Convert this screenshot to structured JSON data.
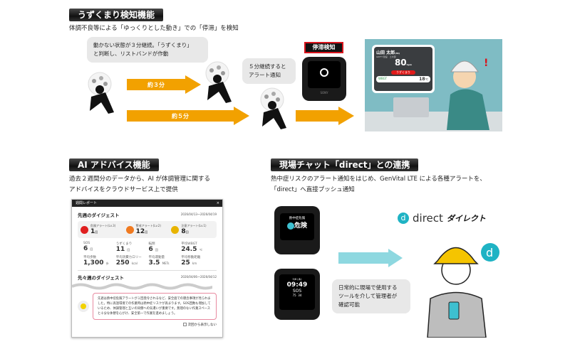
{
  "sec1": {
    "title": "うずくまり検知機能",
    "subtitle": "体調不良等による「ゆっくりとした動き」での「停滞」を検知",
    "bubble1": [
      "動かない状態が３分継続。「うずくまり」",
      "と判断し、リストバンドが作動"
    ],
    "bubble2": [
      "５分継続すると",
      "アラート通知"
    ],
    "arrow1": "約３分",
    "arrow2": "約５分",
    "detect_label": "停滞検知",
    "watch_brand": "SONY",
    "screen": {
      "name": "山田 太郎",
      "name_suffix": "(36)",
      "org": "GRFFY建設　土木部",
      "hr": "80",
      "hr_unit": "bpm",
      "alert": "うずくまり",
      "wbgt_label": "WBGT",
      "wbgt_value": "18",
      "wbgt_unit": "℃"
    }
  },
  "sec2": {
    "title": "AI アドバイス機能",
    "subtitle": [
      "過去２週間分のデータから、AI が体調管理に関する",
      "アドバイスをクラウドサービス上で提供"
    ],
    "report": {
      "window_title": "週間レポート",
      "close": "×",
      "week1_title": "先週のダイジェスト",
      "week1_range": "2026/04/13〜2026/04/19",
      "alerts": [
        {
          "label": "危険アラート(Lv.3)",
          "value": "1",
          "unit": "回",
          "color": "#e02020"
        },
        {
          "label": "警戒アラート(Lv.2)",
          "value": "12",
          "unit": "回",
          "color": "#f07a20"
        },
        {
          "label": "注意アラート(Lv.1)",
          "value": "8",
          "unit": "回",
          "color": "#e8b400"
        }
      ],
      "stats": [
        {
          "label": "SOS",
          "value": "6",
          "unit": "回"
        },
        {
          "label": "うずくまり",
          "value": "11",
          "unit": "回"
        },
        {
          "label": "転倒",
          "value": "6",
          "unit": "回"
        },
        {
          "label": "平均WBGT",
          "value": "24.5",
          "unit": "℃"
        },
        {
          "label": "平均歩数",
          "value": "1,300",
          "unit": "歩"
        },
        {
          "label": "平均消費カロリー",
          "value": "250",
          "unit": "kcal"
        },
        {
          "label": "平均運動量",
          "value": "3.5",
          "unit": "METs"
        },
        {
          "label": "平均移動距離",
          "value": "25",
          "unit": "km"
        }
      ],
      "week2_title": "先々週のダイジェスト",
      "week2_range": "2026/04/06〜2026/04/12",
      "advice": "先週は熱中症危険アラートが１回発令されるなど、安全面での懸念事項が見られました。特に高温環境での作業時は熱中症リスクが高まります。SOS回数も増加しているため、体調管理と互いの同僚への気遣いが重要です。無理のない作業スペースと十分な休憩を心がけ、安全第一で作業を進めましょう。",
      "dont_show": "次回から表示しない"
    }
  },
  "sec3": {
    "title": "現場チャット「direct」との連携",
    "subtitle": [
      "熱中症リスクのアラート通知をはじめ、GenVital LTE による各種アラートを、",
      "「direct」へ直接プッシュ通知"
    ],
    "watch1": {
      "title": "熱中症危険",
      "status": "危険"
    },
    "watch2": {
      "date": "5/8 (木)",
      "time": "09:49",
      "sos": "SOS",
      "hr": "75",
      "steps": "34"
    },
    "bubble": [
      "日常的に現場で使用する",
      "ツールを介して管理者が",
      "確認可能"
    ],
    "logo_en": "direct",
    "logo_jp": "ダイレクト",
    "logo_mark": "d"
  },
  "colors": {
    "orange": "#f2a100",
    "cyan": "#8ed8e0",
    "teal": "#1fb3c4",
    "red": "#d8141c"
  }
}
